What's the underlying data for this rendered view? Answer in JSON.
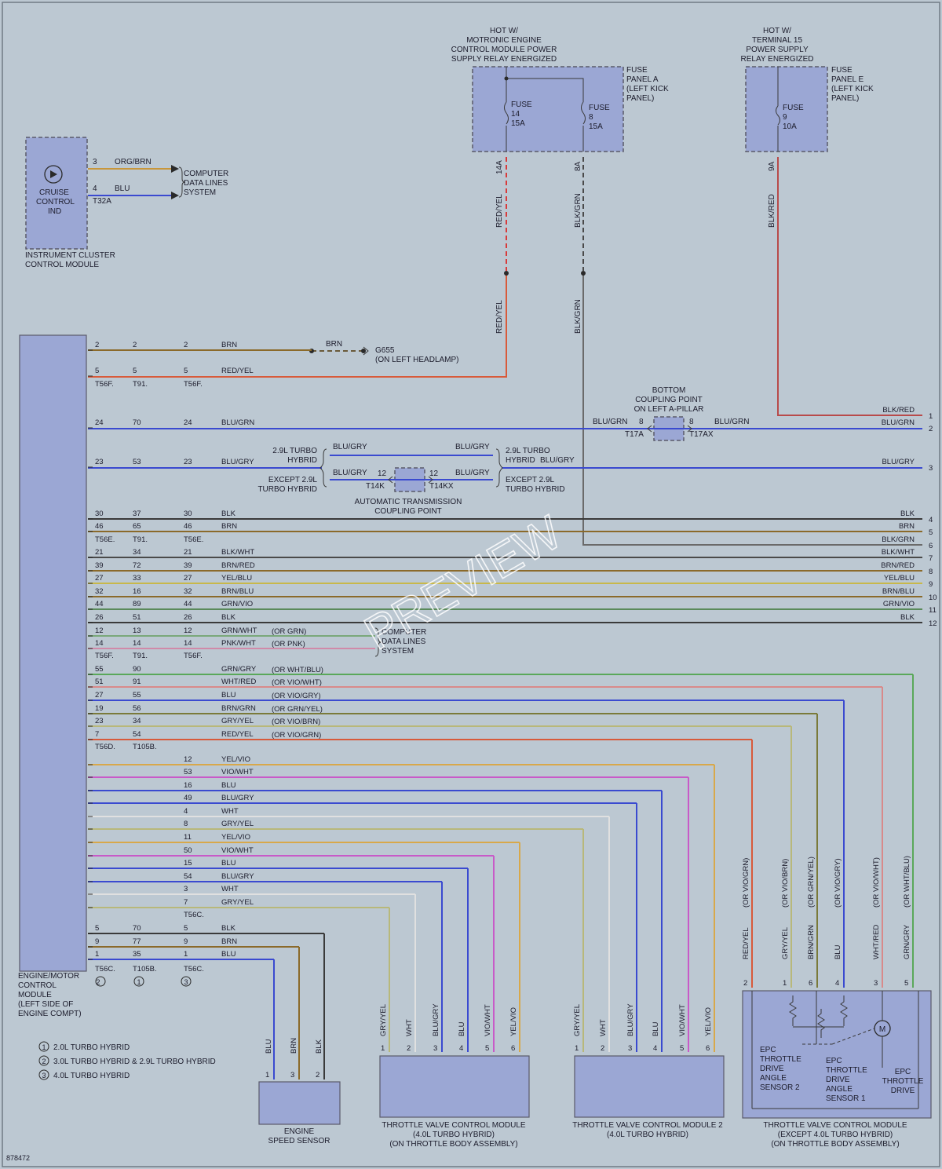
{
  "watermark": "PREVIEW",
  "figure_id": "878472",
  "labels": {
    "hot_motronic": [
      "HOT W/",
      "MOTRONIC ENGINE",
      "CONTROL MODULE POWER",
      "SUPPLY RELAY ENERGIZED"
    ],
    "hot_term15": [
      "HOT W/",
      "TERMINAL 15",
      "POWER SUPPLY",
      "RELAY ENERGIZED"
    ],
    "fuse_panel_a": [
      "FUSE",
      "PANEL A",
      "(LEFT KICK",
      "PANEL)"
    ],
    "fuse_panel_e": [
      "FUSE",
      "PANEL E",
      "(LEFT KICK",
      "PANEL)"
    ],
    "fuse14": [
      "FUSE",
      "14",
      "15A"
    ],
    "fuse8": [
      "FUSE",
      "8",
      "15A"
    ],
    "fuse9": [
      "FUSE",
      "9",
      "10A"
    ],
    "pin14a": "14A",
    "pin8a": "8A",
    "pin9a": "9A",
    "cruise_ind": [
      "CRUISE",
      "CONTROL",
      "IND"
    ],
    "instrument_cluster": [
      "INSTRUMENT CLUSTER",
      "CONTROL MODULE"
    ],
    "computer_data_lines": [
      "COMPUTER",
      "DATA LINES",
      "SYSTEM"
    ],
    "ic_pin3": "3",
    "ic_pin4": "4",
    "ic_wire3": "ORG/BRN",
    "ic_wire4": "BLU",
    "ic_conn": "T32A",
    "red_yel": "RED/YEL",
    "blk_grn": "BLK/GRN",
    "blk_red": "BLK/RED",
    "g655": [
      "G655",
      "(ON LEFT HEADLAMP)"
    ],
    "brn": "BRN",
    "bottom_coupling": [
      "BOTTOM",
      "COUPLING POINT",
      "ON LEFT A-PILLAR"
    ],
    "t17a": "T17A",
    "t17ax": "T17AX",
    "blu_grn": "BLU/GRN",
    "blu_gry": "BLU/GRY",
    "turbo_hybrid": [
      "2.9L TURBO",
      "HYBRID"
    ],
    "except_hybrid": [
      "EXCEPT 2.9L",
      "TURBO HYBRID"
    ],
    "t14k": "T14K",
    "t14kx": "T14KX",
    "auto_trans": [
      "AUTOMATIC TRANSMISSION",
      "COUPLING POINT"
    ],
    "ecm_label": [
      "ENGINE/MOTOR",
      "CONTROL",
      "MODULE",
      "(LEFT SIDE OF",
      "ENGINE COMPT)"
    ],
    "engine_speed_sensor": [
      "ENGINE",
      "SPEED SENSOR"
    ],
    "tvcm1": [
      "THROTTLE VALVE CONTROL MODULE",
      "(4.0L TURBO HYBRID)",
      "(ON THROTTLE BODY ASSEMBLY)"
    ],
    "tvcm2": [
      "THROTTLE VALVE CONTROL MODULE 2",
      "(4.0L TURBO HYBRID)"
    ],
    "tvcm3": [
      "THROTTLE VALVE CONTROL MODULE",
      "(EXCEPT 4.0L TURBO HYBRID)",
      "(ON THROTTLE BODY ASSEMBLY)"
    ],
    "epc_angle2": [
      "EPC",
      "THROTTLE",
      "DRIVE",
      "ANGLE",
      "SENSOR 2"
    ],
    "epc_angle1": [
      "EPC",
      "THROTTLE",
      "DRIVE",
      "ANGLE",
      "SENSOR 1"
    ],
    "epc_drive": [
      "EPC",
      "THROTTLE",
      "DRIVE"
    ],
    "motor": "M",
    "legend": [
      {
        "n": "1",
        "text": "2.0L TURBO HYBRID"
      },
      {
        "n": "2",
        "text": "3.0L TURBO HYBRID & 2.9L TURBO HYBRID"
      },
      {
        "n": "3",
        "text": "4.0L TURBO HYBRID"
      }
    ]
  },
  "ecm_rows": [
    {
      "c1": "2",
      "c2": "2",
      "c3": "2",
      "wire": "BRN",
      "alt": "",
      "color": "#8b6a2a"
    },
    {
      "c1": "5",
      "c2": "5",
      "c3": "5",
      "wire": "RED/YEL",
      "alt": "",
      "color": "#d85a3a"
    },
    {
      "c1": "T56F",
      "c2": "T91",
      "c3": "T56F",
      "conn": true
    },
    {
      "c1": "24",
      "c2": "70",
      "c3": "24",
      "wire": "BLU/GRN",
      "alt": "",
      "color": "#3a4ad0"
    },
    {
      "c1": "23",
      "c2": "53",
      "c3": "23",
      "wire": "BLU/GRY",
      "alt": "",
      "color": "#3a4ad0"
    },
    {
      "c1": "30",
      "c2": "37",
      "c3": "30",
      "wire": "BLK",
      "alt": "",
      "color": "#3a3a3a"
    },
    {
      "c1": "46",
      "c2": "65",
      "c3": "46",
      "wire": "BRN",
      "alt": "",
      "color": "#8b6a2a"
    },
    {
      "c1": "T56E",
      "c2": "T91",
      "c3": "T56E",
      "conn": true
    },
    {
      "c1": "21",
      "c2": "34",
      "c3": "21",
      "wire": "BLK/WHT",
      "alt": "",
      "color": "#4a4a4a"
    },
    {
      "c1": "39",
      "c2": "72",
      "c3": "39",
      "wire": "BRN/RED",
      "alt": "",
      "color": "#8b6a2a"
    },
    {
      "c1": "27",
      "c2": "33",
      "c3": "27",
      "wire": "YEL/BLU",
      "alt": "",
      "color": "#c8b84a"
    },
    {
      "c1": "32",
      "c2": "16",
      "c3": "32",
      "wire": "BRN/BLU",
      "alt": "",
      "color": "#8b6a2a"
    },
    {
      "c1": "44",
      "c2": "89",
      "c3": "44",
      "wire": "GRN/VIO",
      "alt": "",
      "color": "#5a8a5a"
    },
    {
      "c1": "26",
      "c2": "51",
      "c3": "26",
      "wire": "BLK",
      "alt": "",
      "color": "#3a3a3a"
    },
    {
      "c1": "12",
      "c2": "13",
      "c3": "12",
      "wire": "GRN/WHT",
      "alt": "(OR GRN)",
      "color": "#7aa87a"
    },
    {
      "c1": "14",
      "c2": "14",
      "c3": "14",
      "wire": "PNK/WHT",
      "alt": "(OR PNK)",
      "color": "#d08aa8"
    },
    {
      "c1": "T56F",
      "c2": "T91",
      "c3": "T56F",
      "conn": true
    },
    {
      "c1": "55",
      "c2": "90",
      "c3": "",
      "wire": "GRN/GRY",
      "alt": "(OR WHT/BLU)",
      "color": "#5aa85a"
    },
    {
      "c1": "51",
      "c2": "91",
      "c3": "",
      "wire": "WHT/RED",
      "alt": "(OR VIO/WHT)",
      "color": "#d88a8a"
    },
    {
      "c1": "27",
      "c2": "55",
      "c3": "",
      "wire": "BLU",
      "alt": "(OR VIO/GRY)",
      "color": "#3a4ad0"
    },
    {
      "c1": "19",
      "c2": "56",
      "c3": "",
      "wire": "BRN/GRN",
      "alt": "(OR GRN/YEL)",
      "color": "#7a7a3a"
    },
    {
      "c1": "23",
      "c2": "34",
      "c3": "",
      "wire": "GRY/YEL",
      "alt": "(OR VIO/BRN)",
      "color": "#b8b87a"
    },
    {
      "c1": "7",
      "c2": "54",
      "c3": "",
      "wire": "RED/YEL",
      "alt": "(OR VIO/GRN)",
      "color": "#d85a3a"
    },
    {
      "c1": "T56D",
      "c2": "T105B",
      "c3": "",
      "conn": true
    },
    {
      "c1": "",
      "c2": "",
      "c3": "12",
      "wire": "YEL/VIO",
      "alt": "",
      "color": "#d8a84a"
    },
    {
      "c1": "",
      "c2": "",
      "c3": "53",
      "wire": "VIO/WHT",
      "alt": "",
      "color": "#c85ac8"
    },
    {
      "c1": "",
      "c2": "",
      "c3": "16",
      "wire": "BLU",
      "alt": "",
      "color": "#3a4ad0"
    },
    {
      "c1": "",
      "c2": "",
      "c3": "49",
      "wire": "BLU/GRY",
      "alt": "",
      "color": "#3a4ad0"
    },
    {
      "c1": "",
      "c2": "",
      "c3": "4",
      "wire": "WHT",
      "alt": "",
      "color": "#e0e0e0"
    },
    {
      "c1": "",
      "c2": "",
      "c3": "8",
      "wire": "GRY/YEL",
      "alt": "",
      "color": "#b8b87a"
    },
    {
      "c1": "",
      "c2": "",
      "c3": "11",
      "wire": "YEL/VIO",
      "alt": "",
      "color": "#d8a84a"
    },
    {
      "c1": "",
      "c2": "",
      "c3": "50",
      "wire": "VIO/WHT",
      "alt": "",
      "color": "#c85ac8"
    },
    {
      "c1": "",
      "c2": "",
      "c3": "15",
      "wire": "BLU",
      "alt": "",
      "color": "#3a4ad0"
    },
    {
      "c1": "",
      "c2": "",
      "c3": "54",
      "wire": "BLU/GRY",
      "alt": "",
      "color": "#3a4ad0"
    },
    {
      "c1": "",
      "c2": "",
      "c3": "3",
      "wire": "WHT",
      "alt": "",
      "color": "#e0e0e0"
    },
    {
      "c1": "",
      "c2": "",
      "c3": "7",
      "wire": "GRY/YEL",
      "alt": "",
      "color": "#b8b87a"
    },
    {
      "c1": "",
      "c2": "",
      "c3": "T56C",
      "conn": true
    },
    {
      "c1": "5",
      "c2": "70",
      "c3": "5",
      "wire": "BLK",
      "alt": "",
      "color": "#3a3a3a"
    },
    {
      "c1": "9",
      "c2": "77",
      "c3": "9",
      "wire": "BRN",
      "alt": "",
      "color": "#8b6a2a"
    },
    {
      "c1": "1",
      "c2": "35",
      "c3": "1",
      "wire": "BLU",
      "alt": "",
      "color": "#3a4ad0"
    },
    {
      "c1": "T56C",
      "c2": "T105B",
      "c3": "T56C",
      "conn": true,
      "notes": [
        "2",
        "1",
        "3"
      ]
    }
  ],
  "right_wires": [
    {
      "label": "BLK/RED",
      "num": "1"
    },
    {
      "label": "BLU/GRN",
      "num": "2"
    },
    {
      "label": "BLU/GRY",
      "num": "3"
    },
    {
      "label": "BLK",
      "num": "4"
    },
    {
      "label": "BRN",
      "num": "5"
    },
    {
      "label": "BLK/GRN",
      "num": "6"
    },
    {
      "label": "BLK/WHT",
      "num": "7"
    },
    {
      "label": "BRN/RED",
      "num": "8"
    },
    {
      "label": "YEL/BLU",
      "num": "9"
    },
    {
      "label": "BRN/BLU",
      "num": "10"
    },
    {
      "label": "GRN/VIO",
      "num": "11"
    },
    {
      "label": "BLK",
      "num": "12"
    }
  ],
  "ess_pins": [
    {
      "wire": "BLU",
      "pin": "1"
    },
    {
      "wire": "BRN",
      "pin": "3"
    },
    {
      "wire": "BLK",
      "pin": "2"
    }
  ],
  "tv_pins": [
    {
      "wire": "GRY/YEL",
      "pin": "1"
    },
    {
      "wire": "WHT",
      "pin": "2"
    },
    {
      "wire": "BLU/GRY",
      "pin": "3"
    },
    {
      "wire": "BLU",
      "pin": "4"
    },
    {
      "wire": "VIO/WHT",
      "pin": "5"
    },
    {
      "wire": "YEL/VIO",
      "pin": "6"
    }
  ],
  "tv3_pins": [
    {
      "wire": "RED/YEL",
      "alt": "(OR VIO/GRN)",
      "pin": "2"
    },
    {
      "wire": "GRY/YEL",
      "alt": "(OR VIO/BRN)",
      "pin": "1"
    },
    {
      "wire": "BRN/GRN",
      "alt": "(OR GRN/YEL)",
      "pin": "6"
    },
    {
      "wire": "BLU",
      "alt": "(OR VIO/GRY)",
      "pin": "4"
    },
    {
      "wire": "WHT/RED",
      "alt": "(OR VIO/WHT)",
      "pin": "3"
    },
    {
      "wire": "GRN/GRY",
      "alt": "(OR WHT/BLU)",
      "pin": "5"
    }
  ]
}
